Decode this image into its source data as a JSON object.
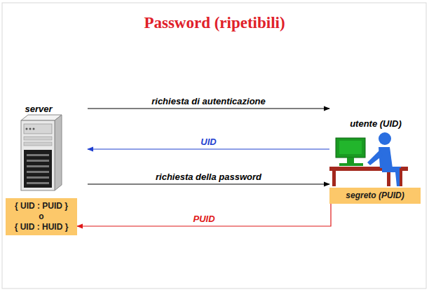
{
  "diagram": {
    "title": "Password (ripetibili)",
    "nodes": [
      {
        "text": [
          "server"
        ]
      },
      {
        "text": [
          "{ UID : PUID }",
          "o",
          "{ UID : HUID }"
        ]
      },
      {
        "text": [
          "utente (UID)"
        ]
      },
      {
        "text": [
          "segreto (PUID)"
        ]
      }
    ],
    "edges": [
      {
        "from": 0,
        "to": 2,
        "arrow": "to",
        "label": "richiesta di autenticazione"
      },
      {
        "from": 2,
        "to": 0,
        "arrow": "to",
        "label": "UID"
      },
      {
        "from": 0,
        "to": 2,
        "arrow": "to",
        "label": "richiesta della password"
      },
      {
        "from": 3,
        "to": 1,
        "arrow": "to",
        "label": "PUID"
      }
    ]
  }
}
